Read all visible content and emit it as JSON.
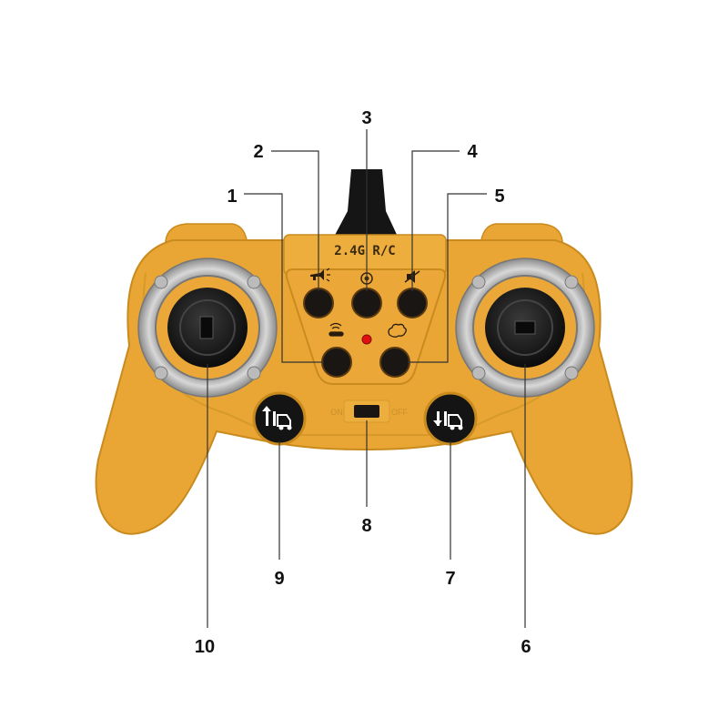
{
  "panel_label": "2.4G R/C",
  "switch": {
    "left_label": "ON",
    "right_label": "OFF"
  },
  "colors": {
    "body": "#E9A634",
    "body_dark": "#C98A1E",
    "button": "#1a1614",
    "led": "#e01010",
    "ring": "#a9a9a9"
  },
  "callouts": {
    "c1": "1",
    "c2": "2",
    "c3": "3",
    "c4": "4",
    "c5": "5",
    "c6": "6",
    "c7": "7",
    "c8": "8",
    "c9": "9",
    "c10": "10"
  }
}
